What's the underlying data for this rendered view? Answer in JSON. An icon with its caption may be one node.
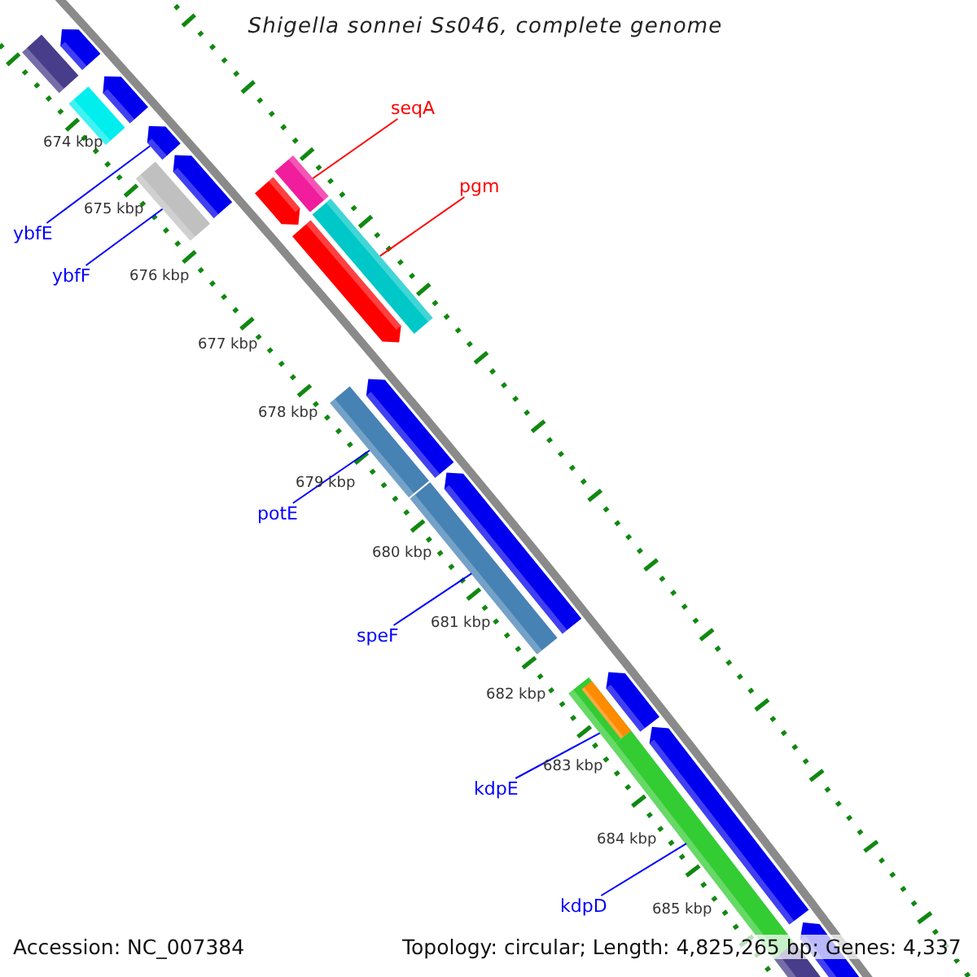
{
  "diagram": {
    "title": "Shigella sonnei Ss046, complete genome",
    "nodes": [
      {
        "text": [
          "seqA"
        ]
      },
      {
        "text": [
          "pgm"
        ]
      },
      {
        "text": [
          "ybfE"
        ]
      },
      {
        "text": [
          "ybfF"
        ]
      },
      {
        "text": [
          "potE"
        ]
      },
      {
        "text": [
          "speF"
        ]
      },
      {
        "text": [
          "kdpE"
        ]
      },
      {
        "text": [
          "kdpD"
        ]
      },
      {
        "text": [],
        "shape": "bar"
      },
      {
        "text": [],
        "shape": "bar"
      },
      {
        "text": [],
        "shape": "bar"
      },
      {
        "text": [],
        "shape": "bar"
      },
      {
        "text": [],
        "shape": "bar"
      },
      {
        "text": [],
        "shape": "bar"
      },
      {
        "text": [],
        "shape": "bar"
      },
      {
        "text": [],
        "shape": "bar"
      }
    ],
    "edges": [
      {
        "from": 0,
        "to": 8,
        "arrow": "none",
        "color": "#ff0000"
      },
      {
        "from": 1,
        "to": 9,
        "arrow": "none",
        "color": "#ff0000"
      },
      {
        "from": 2,
        "to": 10,
        "arrow": "none"
      },
      {
        "from": 3,
        "to": 11,
        "arrow": "none"
      },
      {
        "from": 4,
        "to": 12,
        "arrow": "none"
      },
      {
        "from": 5,
        "to": 13,
        "arrow": "none"
      },
      {
        "from": 6,
        "to": 14,
        "arrow": "none"
      },
      {
        "from": 7,
        "to": 15,
        "arrow": "none"
      }
    ],
    "labels": [
      "674 kbp",
      "675 kbp",
      "676 kbp",
      "677 kbp",
      "678 kbp",
      "679 kbp",
      "680 kbp",
      "681 kbp",
      "682 kbp",
      "683 kbp",
      "684 kbp",
      "685 kbp",
      "Accession: NC_007384",
      "Topology: circular; Length: 4,825,265 bp; Genes: 4,337"
    ]
  }
}
